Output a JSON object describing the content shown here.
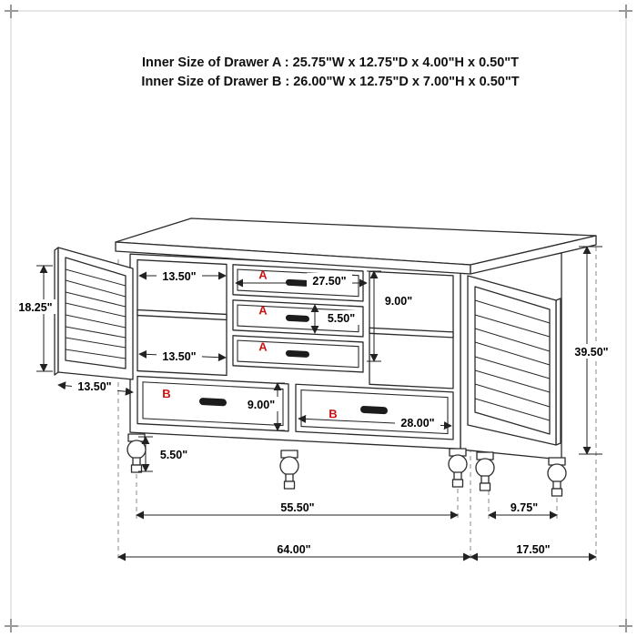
{
  "title": {
    "line1": "Inner Size of Drawer A : 25.75\"W x 12.75\"D x 4.00\"H x 0.50\"T",
    "line2": "Inner Size of Drawer B : 26.00\"W x 12.75\"D x 7.00\"H x 0.50\"T"
  },
  "dimensions": {
    "door_height": "18.25\"",
    "top_shelf_width": "13.50\"",
    "drawer_a_width": "27.50\"",
    "drawer_a_stack_height": "9.00\"",
    "drawer_a_front_height": "5.50\"",
    "bottom_shelf_width": "13.50\"",
    "door_width": "13.50\"",
    "drawer_b_front_height": "9.00\"",
    "drawer_b_width": "28.00\"",
    "overall_height": "39.50\"",
    "leg_height": "5.50\"",
    "leg_span_width": "55.50\"",
    "leg_span_depth": "9.75\"",
    "overall_width": "64.00\"",
    "overall_depth": "17.50\""
  },
  "drawer_labels": {
    "a": "A",
    "b": "B"
  },
  "colors": {
    "label_red": "#cc1111",
    "line": "#2b2b2b",
    "dashed": "#8a8a8a"
  }
}
